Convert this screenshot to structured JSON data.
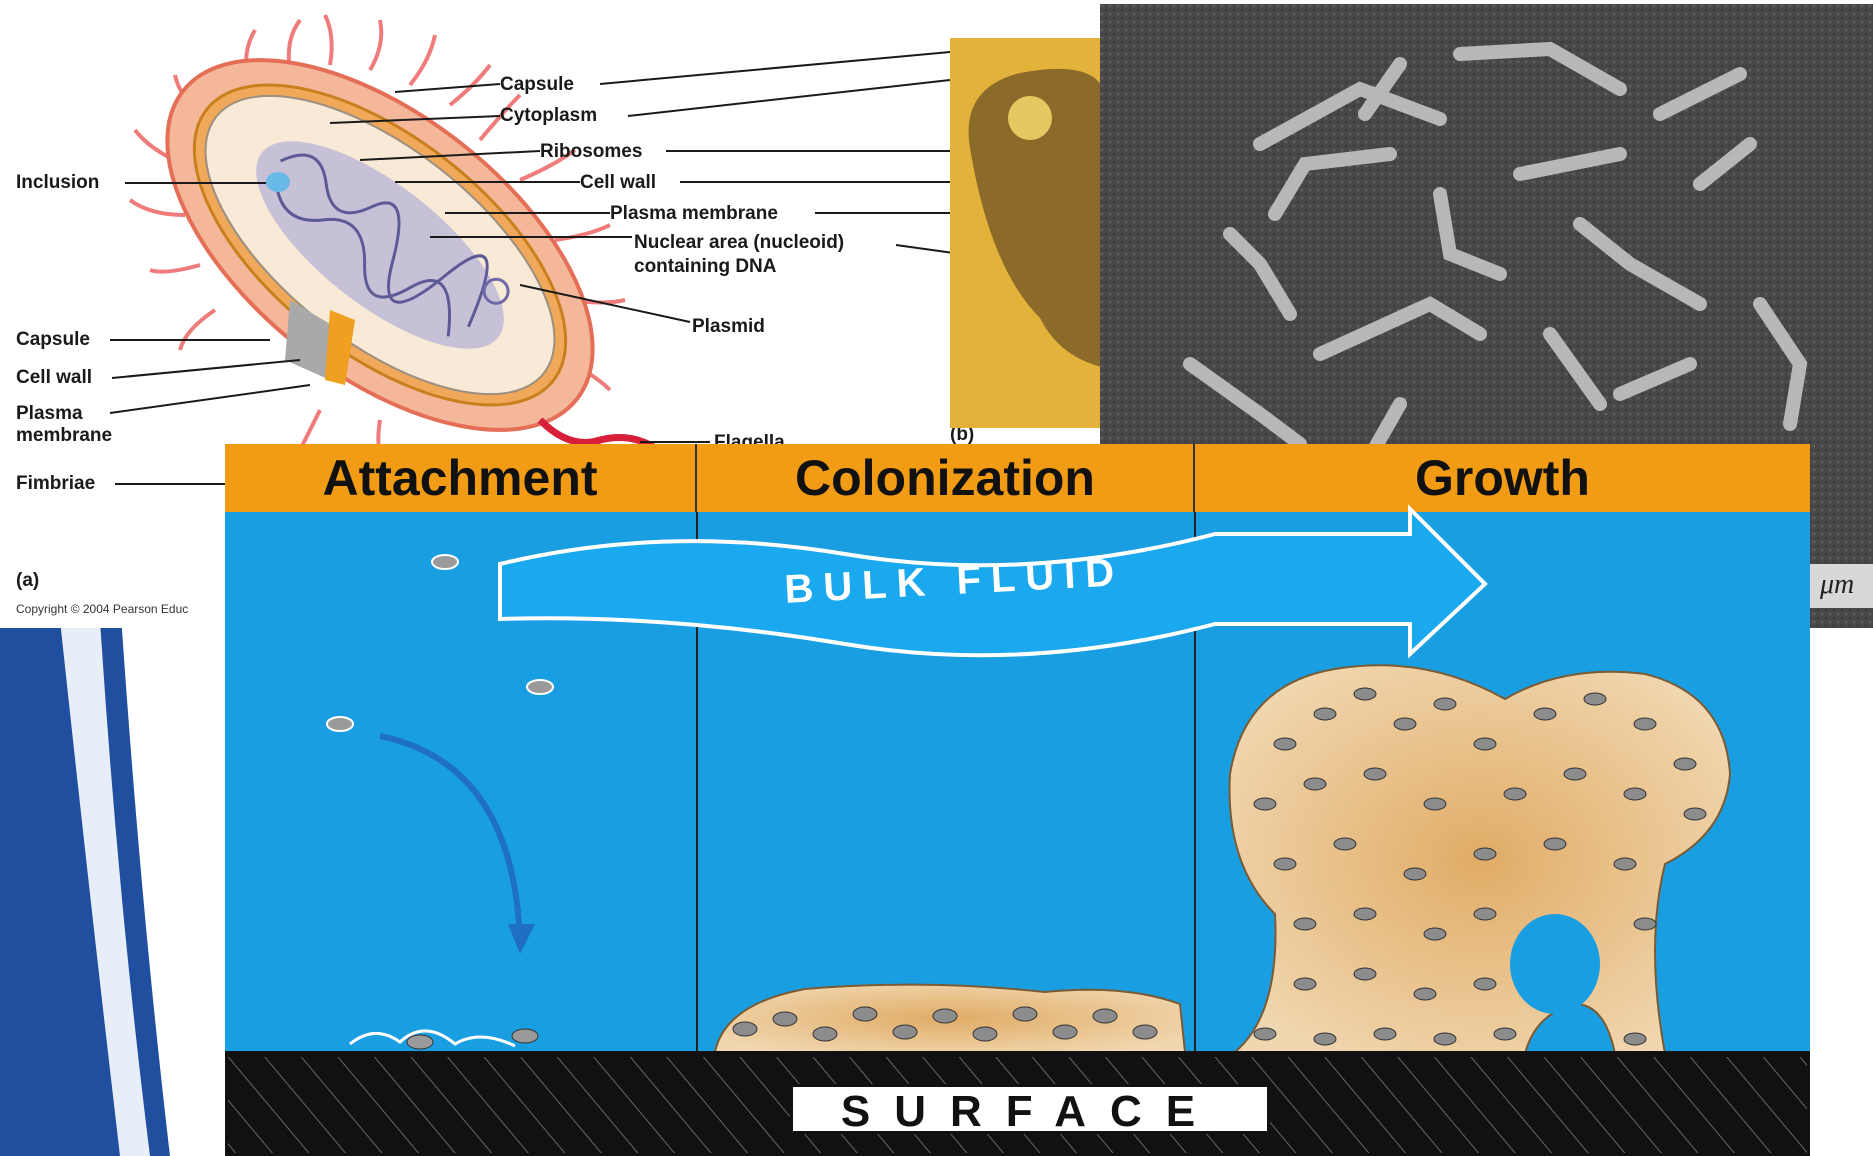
{
  "cell_diagram": {
    "labels_right": [
      "Capsule",
      "Cytoplasm",
      "Ribosomes",
      "Cell wall",
      "Plasma membrane",
      "Nuclear area (nucleoid)",
      "containing DNA",
      "Plasmid",
      "Flagella"
    ],
    "labels_left": [
      "Inclusion",
      "Capsule",
      "Cell wall",
      "Plasma",
      "membrane",
      "Fimbriae"
    ],
    "panel_a": "(a)",
    "panel_b": "(b)",
    "copyright": "Copyright © 2004 Pearson Educ"
  },
  "sem": {
    "scale_unit": "μm"
  },
  "biofilm": {
    "stages": [
      "Attachment",
      "Colonization",
      "Growth"
    ],
    "flow_label": "BULK FLUID",
    "surface_label": "SURFACE"
  },
  "colors": {
    "water": "#1a9ee2",
    "header": "#f29b15",
    "biofilm": "#e9c189",
    "cell_outline": "#e23a3a",
    "slide_blue": "#1f4f9e"
  }
}
